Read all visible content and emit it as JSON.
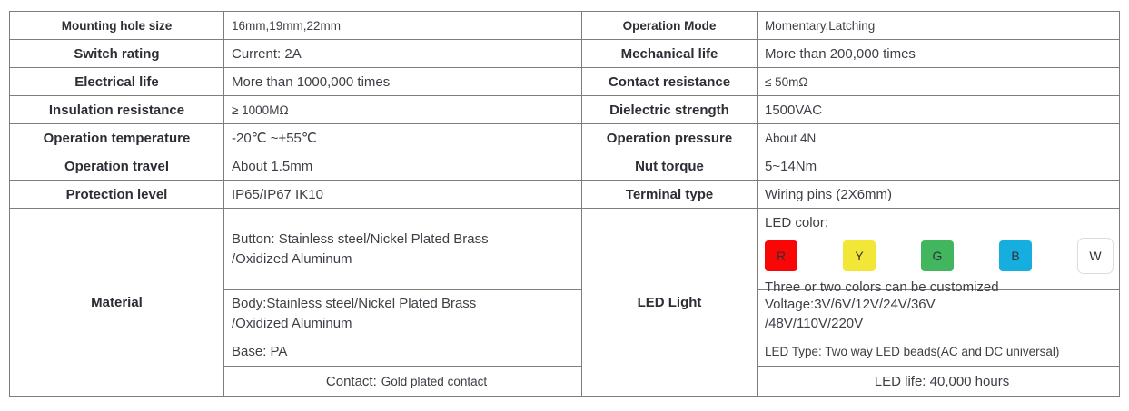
{
  "colors": {
    "border": "#7d7d7d",
    "label_text": "#2d2d35",
    "value_text": "#3e3e46",
    "page_bg": "#ffffff"
  },
  "spec_rows": [
    {
      "left_label": "Mounting hole size",
      "left_value": "16mm,19mm,22mm",
      "right_label": "Operation Mode",
      "right_value": "Momentary,Latching"
    },
    {
      "left_label": "Switch rating",
      "left_value": "Current: 2A",
      "right_label": "Mechanical life",
      "right_value": "More than 200,000 times"
    },
    {
      "left_label": "Electrical life",
      "left_value": "More than 1000,000 times",
      "right_label": "Contact resistance",
      "right_value": "≤ 50mΩ"
    },
    {
      "left_label": "Insulation resistance",
      "left_value": "≥ 1000MΩ",
      "right_label": "Dielectric strength",
      "right_value": "1500VAC"
    },
    {
      "left_label": "Operation temperature",
      "left_value": "-20℃ ~+55℃",
      "right_label": "Operation pressure",
      "right_value": "About 4N"
    },
    {
      "left_label": "Operation travel",
      "left_value": "About 1.5mm",
      "right_label": "Nut torque",
      "right_value": "5~14Nm"
    },
    {
      "left_label": "Protection level",
      "left_value": "IP65/IP67 IK10",
      "right_label": "Terminal type",
      "right_value": "Wiring pins (2X6mm)"
    }
  ],
  "material": {
    "label": "Material",
    "button": {
      "line1": "Button: Stainless steel/Nickel Plated Brass",
      "line2": "/Oxidized Aluminum"
    },
    "body": {
      "line1": "Body:Stainless steel/Nickel Plated Brass",
      "line2": "/Oxidized Aluminum"
    },
    "base": "Base: PA",
    "contact_prefix": "Contact:",
    "contact_value": "Gold plated contact"
  },
  "led": {
    "label": "LED Light",
    "color_title": "LED color:",
    "swatches": [
      {
        "letter": "R",
        "color": "#f90606"
      },
      {
        "letter": "Y",
        "color": "#f2e636"
      },
      {
        "letter": "G",
        "color": "#42b55f"
      },
      {
        "letter": "B",
        "color": "#16aede"
      },
      {
        "letter": "W",
        "color": "#ffffff"
      }
    ],
    "color_note": "Three or two colors can be customized",
    "voltage": {
      "line1": "Voltage:3V/6V/12V/24V/36V",
      "line2": "/48V/110V/220V"
    },
    "type": "LED Type: Two way LED beads(AC and DC universal)",
    "life": "LED life: 40,000 hours"
  }
}
